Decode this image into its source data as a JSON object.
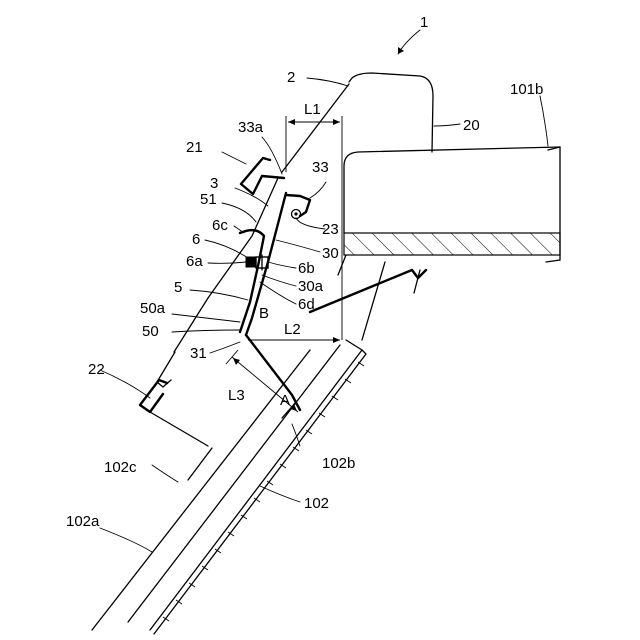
{
  "figure": {
    "labels": {
      "l_1": "1",
      "l_2": "2",
      "l_20": "20",
      "l_101b": "101b",
      "l_L1": "L1",
      "l_33a": "33a",
      "l_21": "21",
      "l_33": "33",
      "l_3": "3",
      "l_51": "51",
      "l_23": "23",
      "l_6c": "6c",
      "l_30": "30",
      "l_6": "6",
      "l_6a": "6a",
      "l_6b": "6b",
      "l_30a": "30a",
      "l_5": "5",
      "l_6d": "6d",
      "l_50a": "50a",
      "l_B": "B",
      "l_L2": "L2",
      "l_50": "50",
      "l_31": "31",
      "l_22": "22",
      "l_L3": "L3",
      "l_A": "A",
      "l_102c": "102c",
      "l_102b": "102b",
      "l_102": "102",
      "l_102a": "102a"
    }
  }
}
